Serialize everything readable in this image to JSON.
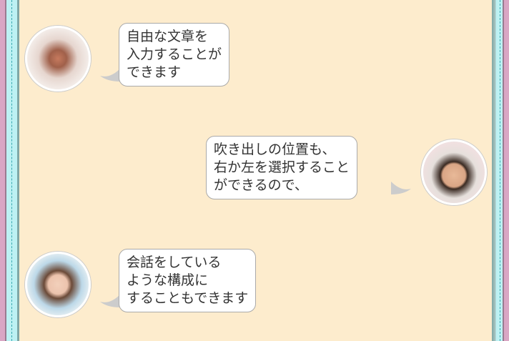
{
  "messages": [
    {
      "side": "left",
      "avatar": "bird-photo",
      "text": "自由な文章を\n入力することが\nできます"
    },
    {
      "side": "right",
      "avatar": "man-photo",
      "text": "吹き出しの位置も、\n右か左を選択すること\nができるので、"
    },
    {
      "side": "left",
      "avatar": "woman-photo",
      "text": "会話をしている\nような構成に\nすることもできます"
    }
  ]
}
